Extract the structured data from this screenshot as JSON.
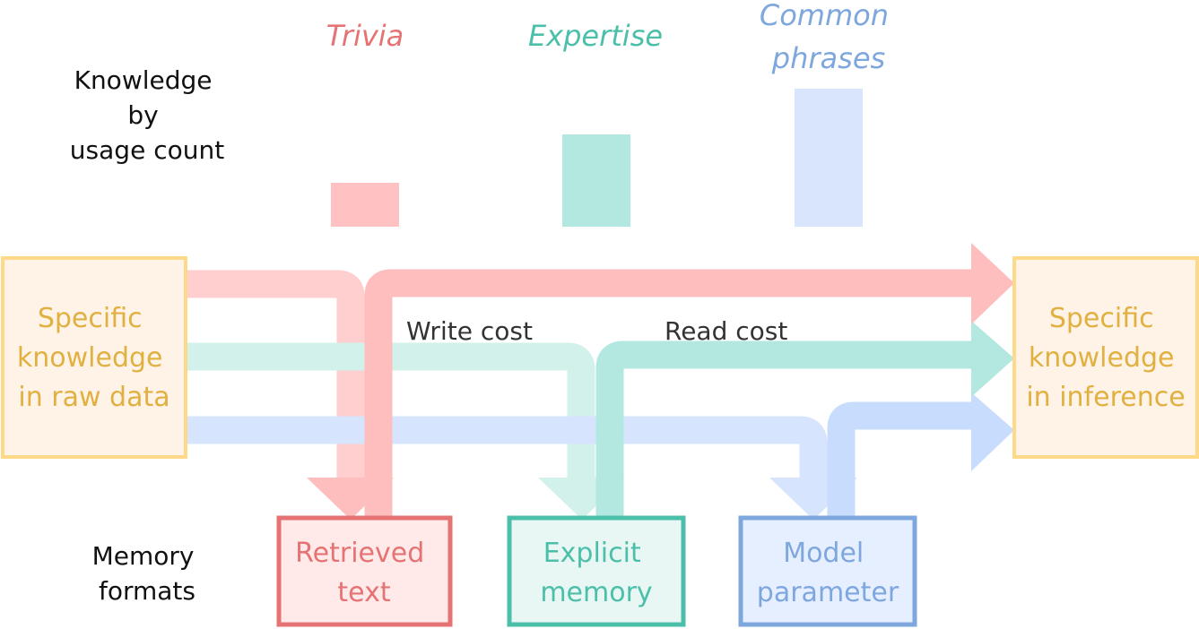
{
  "colors": {
    "trivia": "#e57373",
    "trivia_bar": "#ffc1c1",
    "trivia_flow": "#ffbebe",
    "expertise": "#4cbfaa",
    "expertise_bar": "#b3e8e0",
    "expertise_flow": "#b3e8e0",
    "common": "#7ea7de",
    "common_bar": "#d8e5fd",
    "common_flow": "#d6e4fd",
    "knowledge_box_fill": "#fff3e7",
    "knowledge_box_border": "#ffd98a",
    "knowledge_text": "#e0b040"
  },
  "usage": {
    "label_lines": [
      "Knowledge",
      "by",
      "usage count"
    ],
    "categories": [
      {
        "lines": [
          "Trivia"
        ],
        "relative_usage": 0.32
      },
      {
        "lines": [
          "Expertise"
        ],
        "relative_usage": 0.67
      },
      {
        "lines": [
          "Common",
          "phrases"
        ],
        "relative_usage": 1.0
      }
    ]
  },
  "source_box": {
    "lines": [
      "Specific",
      "knowledge",
      "in raw data"
    ]
  },
  "target_box": {
    "lines": [
      "Specific",
      "knowledge",
      "in inference"
    ]
  },
  "write_cost": "Write cost",
  "read_cost": "Read cost",
  "memory": {
    "label_lines": [
      "Memory",
      "formats"
    ],
    "formats": [
      {
        "lines": [
          "Retrieved",
          "text"
        ]
      },
      {
        "lines": [
          "Explicit",
          "memory"
        ]
      },
      {
        "lines": [
          "Model",
          "parameter"
        ]
      }
    ]
  }
}
